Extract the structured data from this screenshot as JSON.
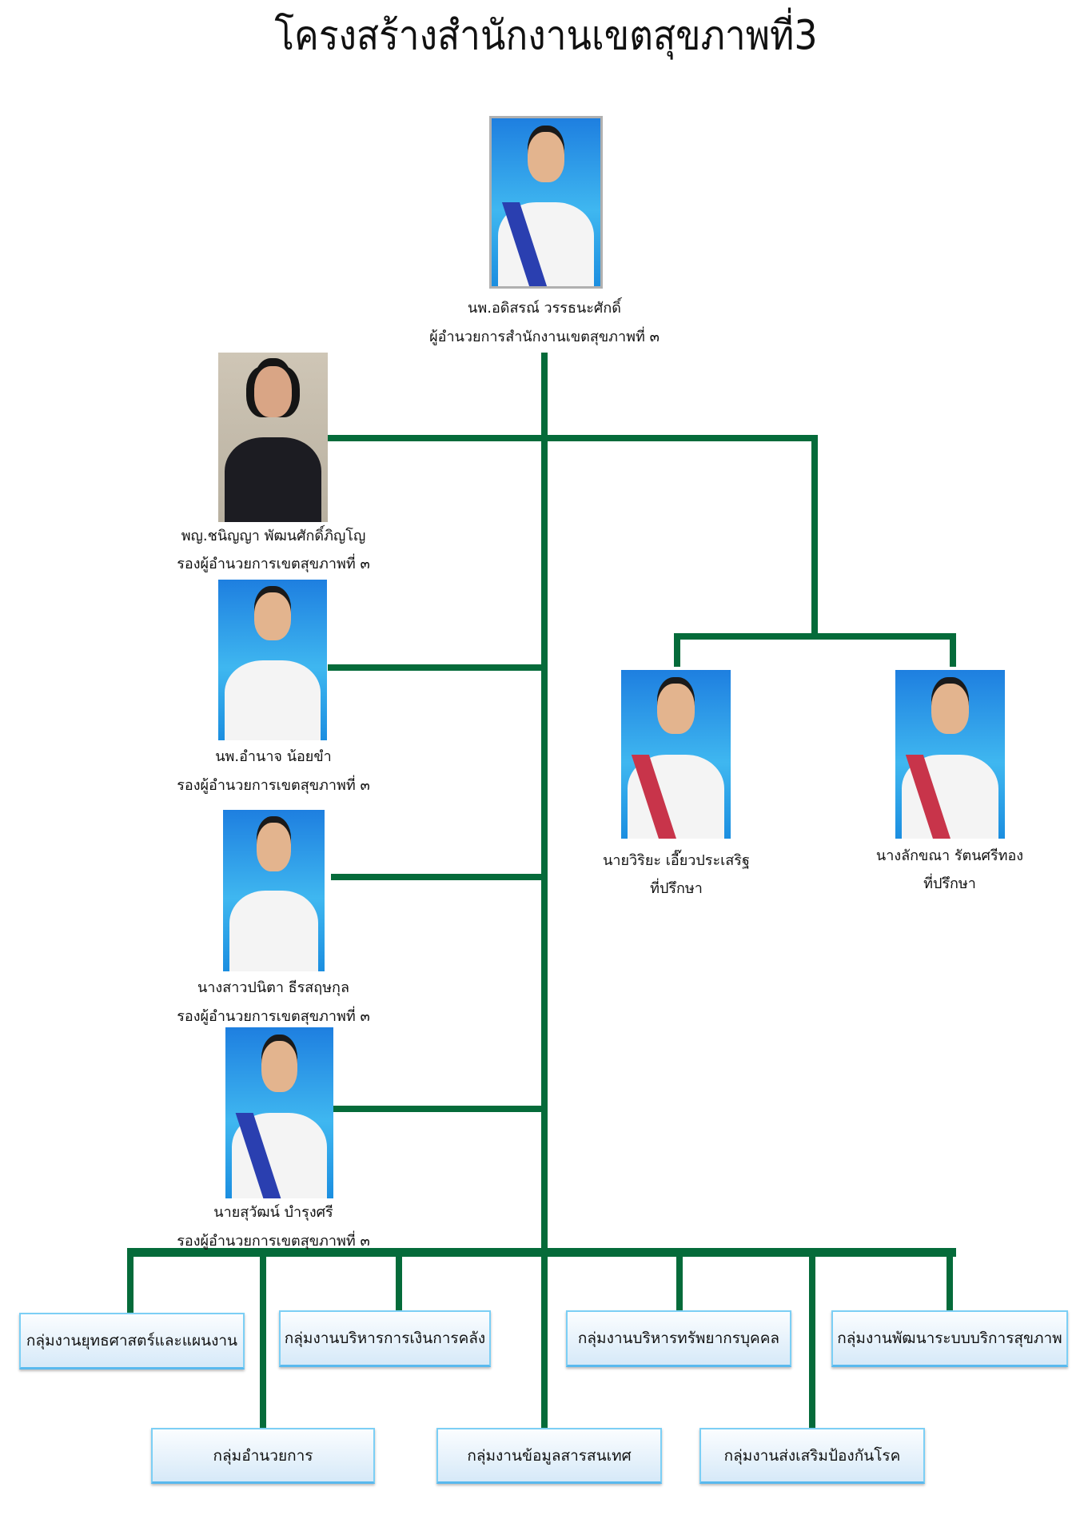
{
  "title": "โครงสร้างสำนักงานเขตสุขภาพที่3",
  "director": {
    "name": "นพ.อดิสรณ์ วรรธนะศักดิ์",
    "position": "ผู้อำนวยการสำนักงานเขตสุขภาพที่ ๓"
  },
  "deputies": [
    {
      "name": "พญ.ชนิญญา พัฒนศักดิ์ภิญโญ",
      "position": "รองผู้อำนวยการเขตสุขภาพที่ ๓"
    },
    {
      "name": "นพ.อำนาจ น้อยขำ",
      "position": "รองผู้อำนวยการเขตสุขภาพที่ ๓"
    },
    {
      "name": "นางสาวปนิตา ธีรสฤษกุล",
      "position": "รองผู้อำนวยการเขตสุขภาพที่ ๓"
    },
    {
      "name": "นายสุวัฒน์ บำรุงศรี",
      "position": "รองผู้อำนวยการเขตสุขภาพที่ ๓"
    }
  ],
  "advisors": [
    {
      "name": "นายวิริยะ เอี๊ยวประเสริฐ",
      "position": "ที่ปรึกษา"
    },
    {
      "name": "นางลักขณา รัตนศรีทอง",
      "position": "ที่ปรึกษา"
    }
  ],
  "groups": [
    "กลุ่มงานยุทธศาสตร์และแผนงาน",
    "กลุ่มงานบริหารการเงินการคลัง",
    "กลุ่มงานบริหารทรัพยากรบุคคล",
    "กลุ่มงานพัฒนาระบบบริการสุขภาพ",
    "กลุ่มอำนวยการ",
    "กลุ่มงานข้อมูลสารสนเทศ",
    "กลุ่มงานส่งเสริมป้องกันโรค"
  ],
  "colors": {
    "connector": "#056b3a",
    "box_border": "#7ccff5"
  }
}
